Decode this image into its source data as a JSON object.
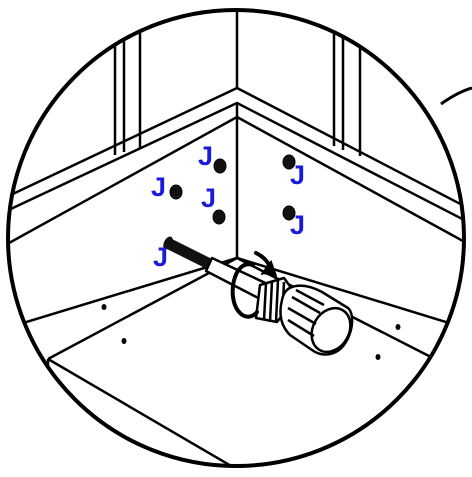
{
  "diagram": {
    "part_labels": [
      "J",
      "J",
      "J",
      "J",
      "J",
      "J"
    ],
    "label_color": "#1a1adc",
    "line_color": "#000000",
    "background": "#ffffff",
    "icons": [
      "screwdriver-icon",
      "rotation-arrow-icon",
      "screw-icon"
    ]
  }
}
